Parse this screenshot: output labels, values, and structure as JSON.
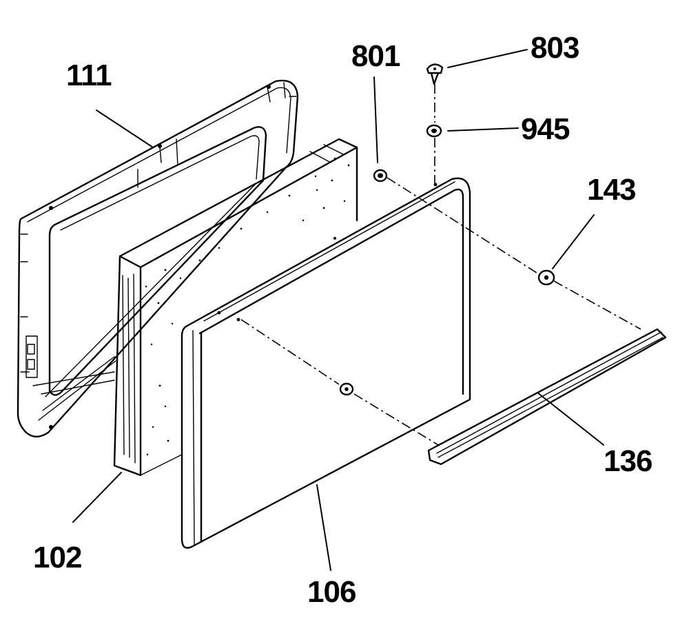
{
  "callouts": {
    "p111": "111",
    "p801": "801",
    "p803": "803",
    "p945": "945",
    "p143": "143",
    "p136": "136",
    "p102": "102",
    "p106": "106"
  },
  "colors": {
    "ink": "#000000",
    "paper": "#ffffff"
  }
}
